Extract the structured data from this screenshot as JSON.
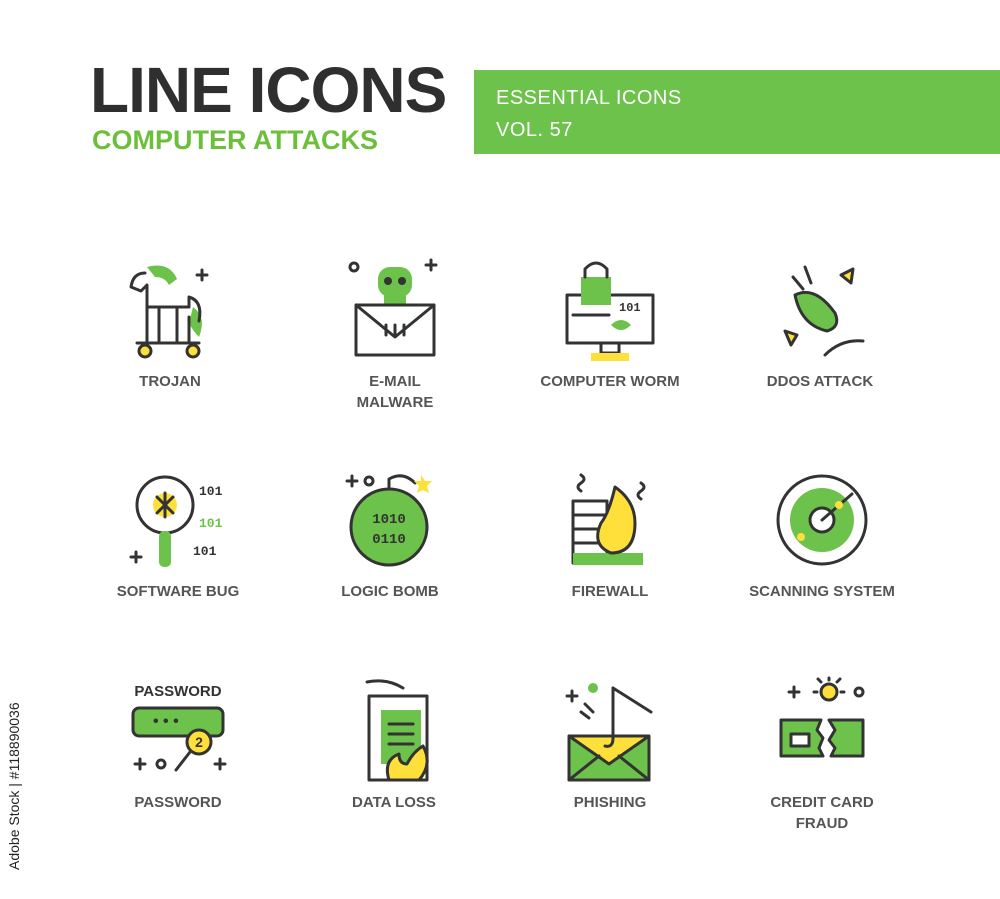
{
  "header": {
    "title": "LINE ICONS",
    "subtitle": "COMPUTER ATTACKS"
  },
  "banner": {
    "line1": "ESSENTIAL ICONS",
    "line2": "VOL. 57"
  },
  "icons": [
    {
      "label": "TROJAN",
      "icon": "trojan-horse-icon"
    },
    {
      "label": "E-MAIL\nMALWARE",
      "icon": "email-malware-icon"
    },
    {
      "label": "COMPUTER WORM",
      "icon": "computer-worm-icon"
    },
    {
      "label": "DDOS ATTACK",
      "icon": "ddos-attack-icon"
    },
    {
      "label": "SOFTWARE BUG",
      "icon": "software-bug-icon"
    },
    {
      "label": "LOGIC BOMB",
      "icon": "logic-bomb-icon"
    },
    {
      "label": "FIREWALL",
      "icon": "firewall-icon"
    },
    {
      "label": "SCANNING SYSTEM",
      "icon": "scanning-system-icon"
    },
    {
      "label": "PASSWORD",
      "icon": "password-icon"
    },
    {
      "label": "DATA LOSS",
      "icon": "data-loss-icon"
    },
    {
      "label": "PHISHING",
      "icon": "phishing-icon"
    },
    {
      "label": "CREDIT CARD\nFRAUD",
      "icon": "credit-card-fraud-icon"
    }
  ],
  "icon_text": {
    "binary_a": "101",
    "binary_b": "1010",
    "binary_c": "0110",
    "password_word": "PASSWORD",
    "password_dots": "• • •",
    "digit": "2"
  },
  "stock_id": "Adobe Stock | #118890036",
  "colors": {
    "accent_green": "#6cc24a",
    "accent_yellow": "#ffe03a",
    "outline": "#333333",
    "title": "#2f2f2f"
  }
}
